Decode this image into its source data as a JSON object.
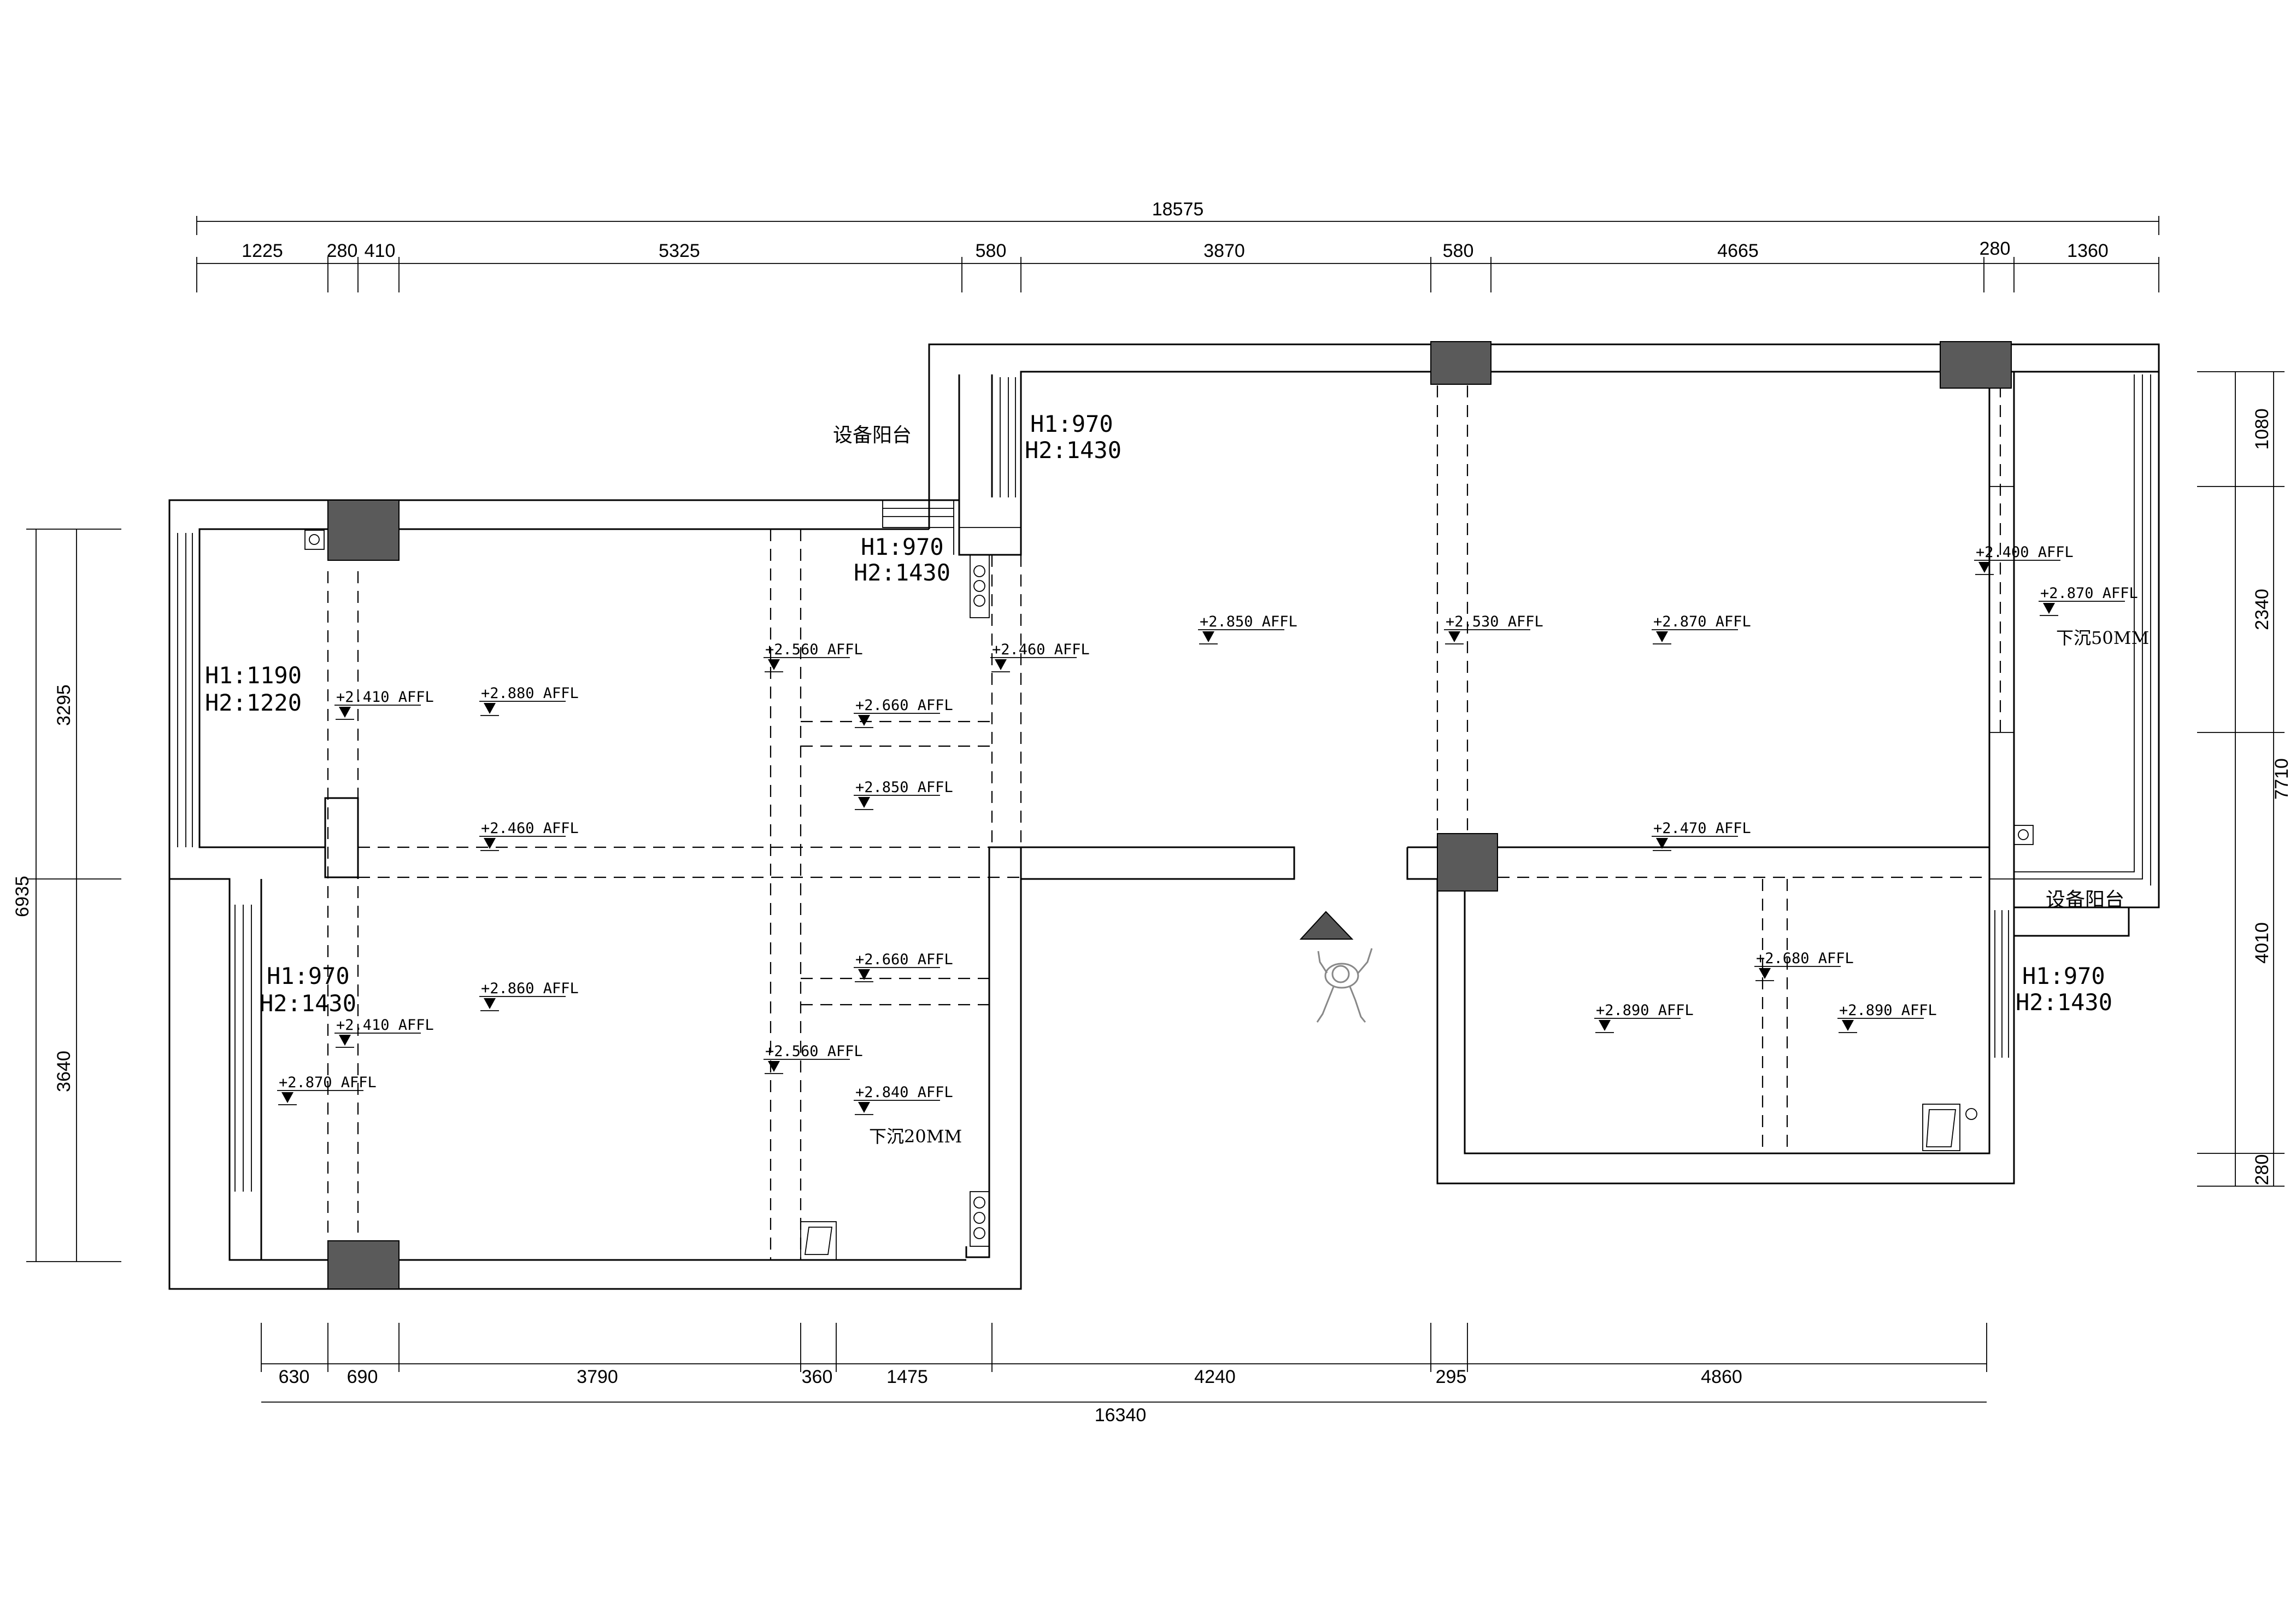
{
  "dims": {
    "top_total": "18575",
    "top": [
      "1225",
      "280",
      "410",
      "5325",
      "580",
      "3870",
      "580",
      "4665",
      "280",
      "1360"
    ],
    "bottom": [
      "630",
      "690",
      "3790",
      "360",
      "1475",
      "4240",
      "295",
      "4860"
    ],
    "bottom_total": "16340",
    "left_total": "6935",
    "left": [
      "3295",
      "3640"
    ],
    "right": [
      "1080",
      "2340",
      "4010",
      "280"
    ],
    "right_total": "7710"
  },
  "heights": {
    "w1": {
      "h1": "H1:970",
      "h2": "H2:1430"
    },
    "w2": {
      "h1": "H1:970",
      "h2": "H2:1430"
    },
    "w3": {
      "h1": "H1:1190",
      "h2": "H2:1220"
    },
    "w4": {
      "h1": "H1:970",
      "h2": "H2:1430"
    },
    "w5": {
      "h1": "H1:970",
      "h2": "H2:1430"
    }
  },
  "rooms": {
    "balcony_a": "设备阳台",
    "balcony_b": "设备阳台"
  },
  "notes": {
    "sink20": "下沉20MM",
    "sink50": "下沉50MM"
  },
  "levels": [
    "+2.410 AFFL",
    "+2.880 AFFL",
    "+2.560 AFFL",
    "+2.660 AFFL",
    "+2.460 AFFL",
    "+2.850 AFFL",
    "+2.850 AFFL",
    "+2.460 AFFL",
    "+2.410 AFFL",
    "+2.860 AFFL",
    "+2.870 AFFL",
    "+2.660 AFFL",
    "+2.560 AFFL",
    "+2.840 AFFL",
    "+2.530 AFFL",
    "+2.870 AFFL",
    "+2.400 AFFL",
    "+2.870 AFFL",
    "+2.470 AFFL",
    "+2.680 AFFL",
    "+2.890 AFFL",
    "+2.890 AFFL"
  ]
}
